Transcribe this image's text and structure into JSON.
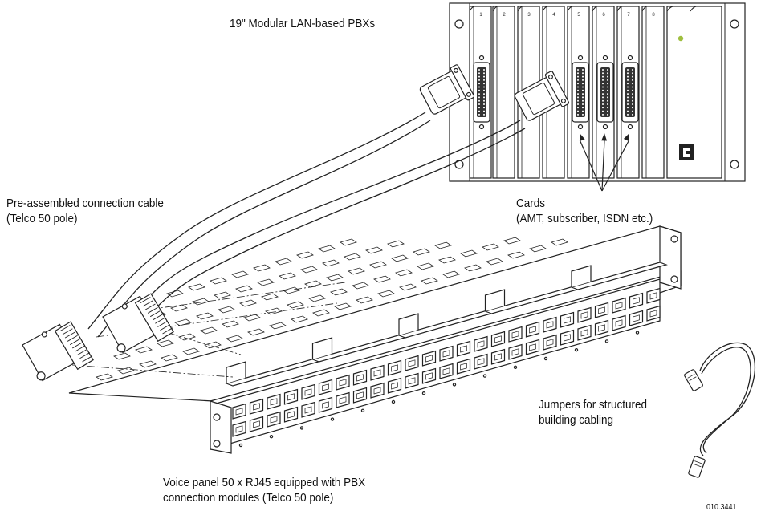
{
  "labels": {
    "pbx_title": "19\" Modular LAN-based PBXs",
    "cable_line1": "Pre-assembled connection cable",
    "cable_line2": "(Telco 50 pole)",
    "cards_line1": "Cards",
    "cards_line2": "(AMT, subscriber, ISDN etc.)",
    "jumpers_line1": "Jumpers for structured",
    "jumpers_line2": "building cabling",
    "panel_line1": "Voice panel 50 x RJ45 equipped with PBX",
    "panel_line2": "connection modules (Telco 50 pole)",
    "figure_id": "010.3441"
  },
  "slot_numbers": [
    "1",
    "2",
    "3",
    "4",
    "5",
    "6",
    "7",
    "8"
  ],
  "colors": {
    "line": "#222222",
    "fill": "#ffffff",
    "led": "#9fbf3f",
    "shade": "#cccccc"
  }
}
